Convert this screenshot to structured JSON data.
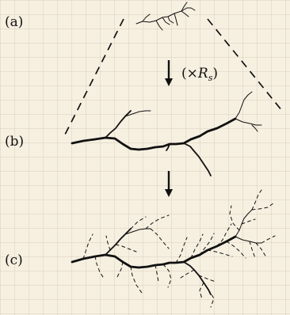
{
  "labels": {
    "a": "(a)",
    "b": "(b)",
    "c": "(c)"
  },
  "scale_annotation": {
    "open": "(×",
    "symbol": "R",
    "subscript": "s",
    "close": ")"
  }
}
